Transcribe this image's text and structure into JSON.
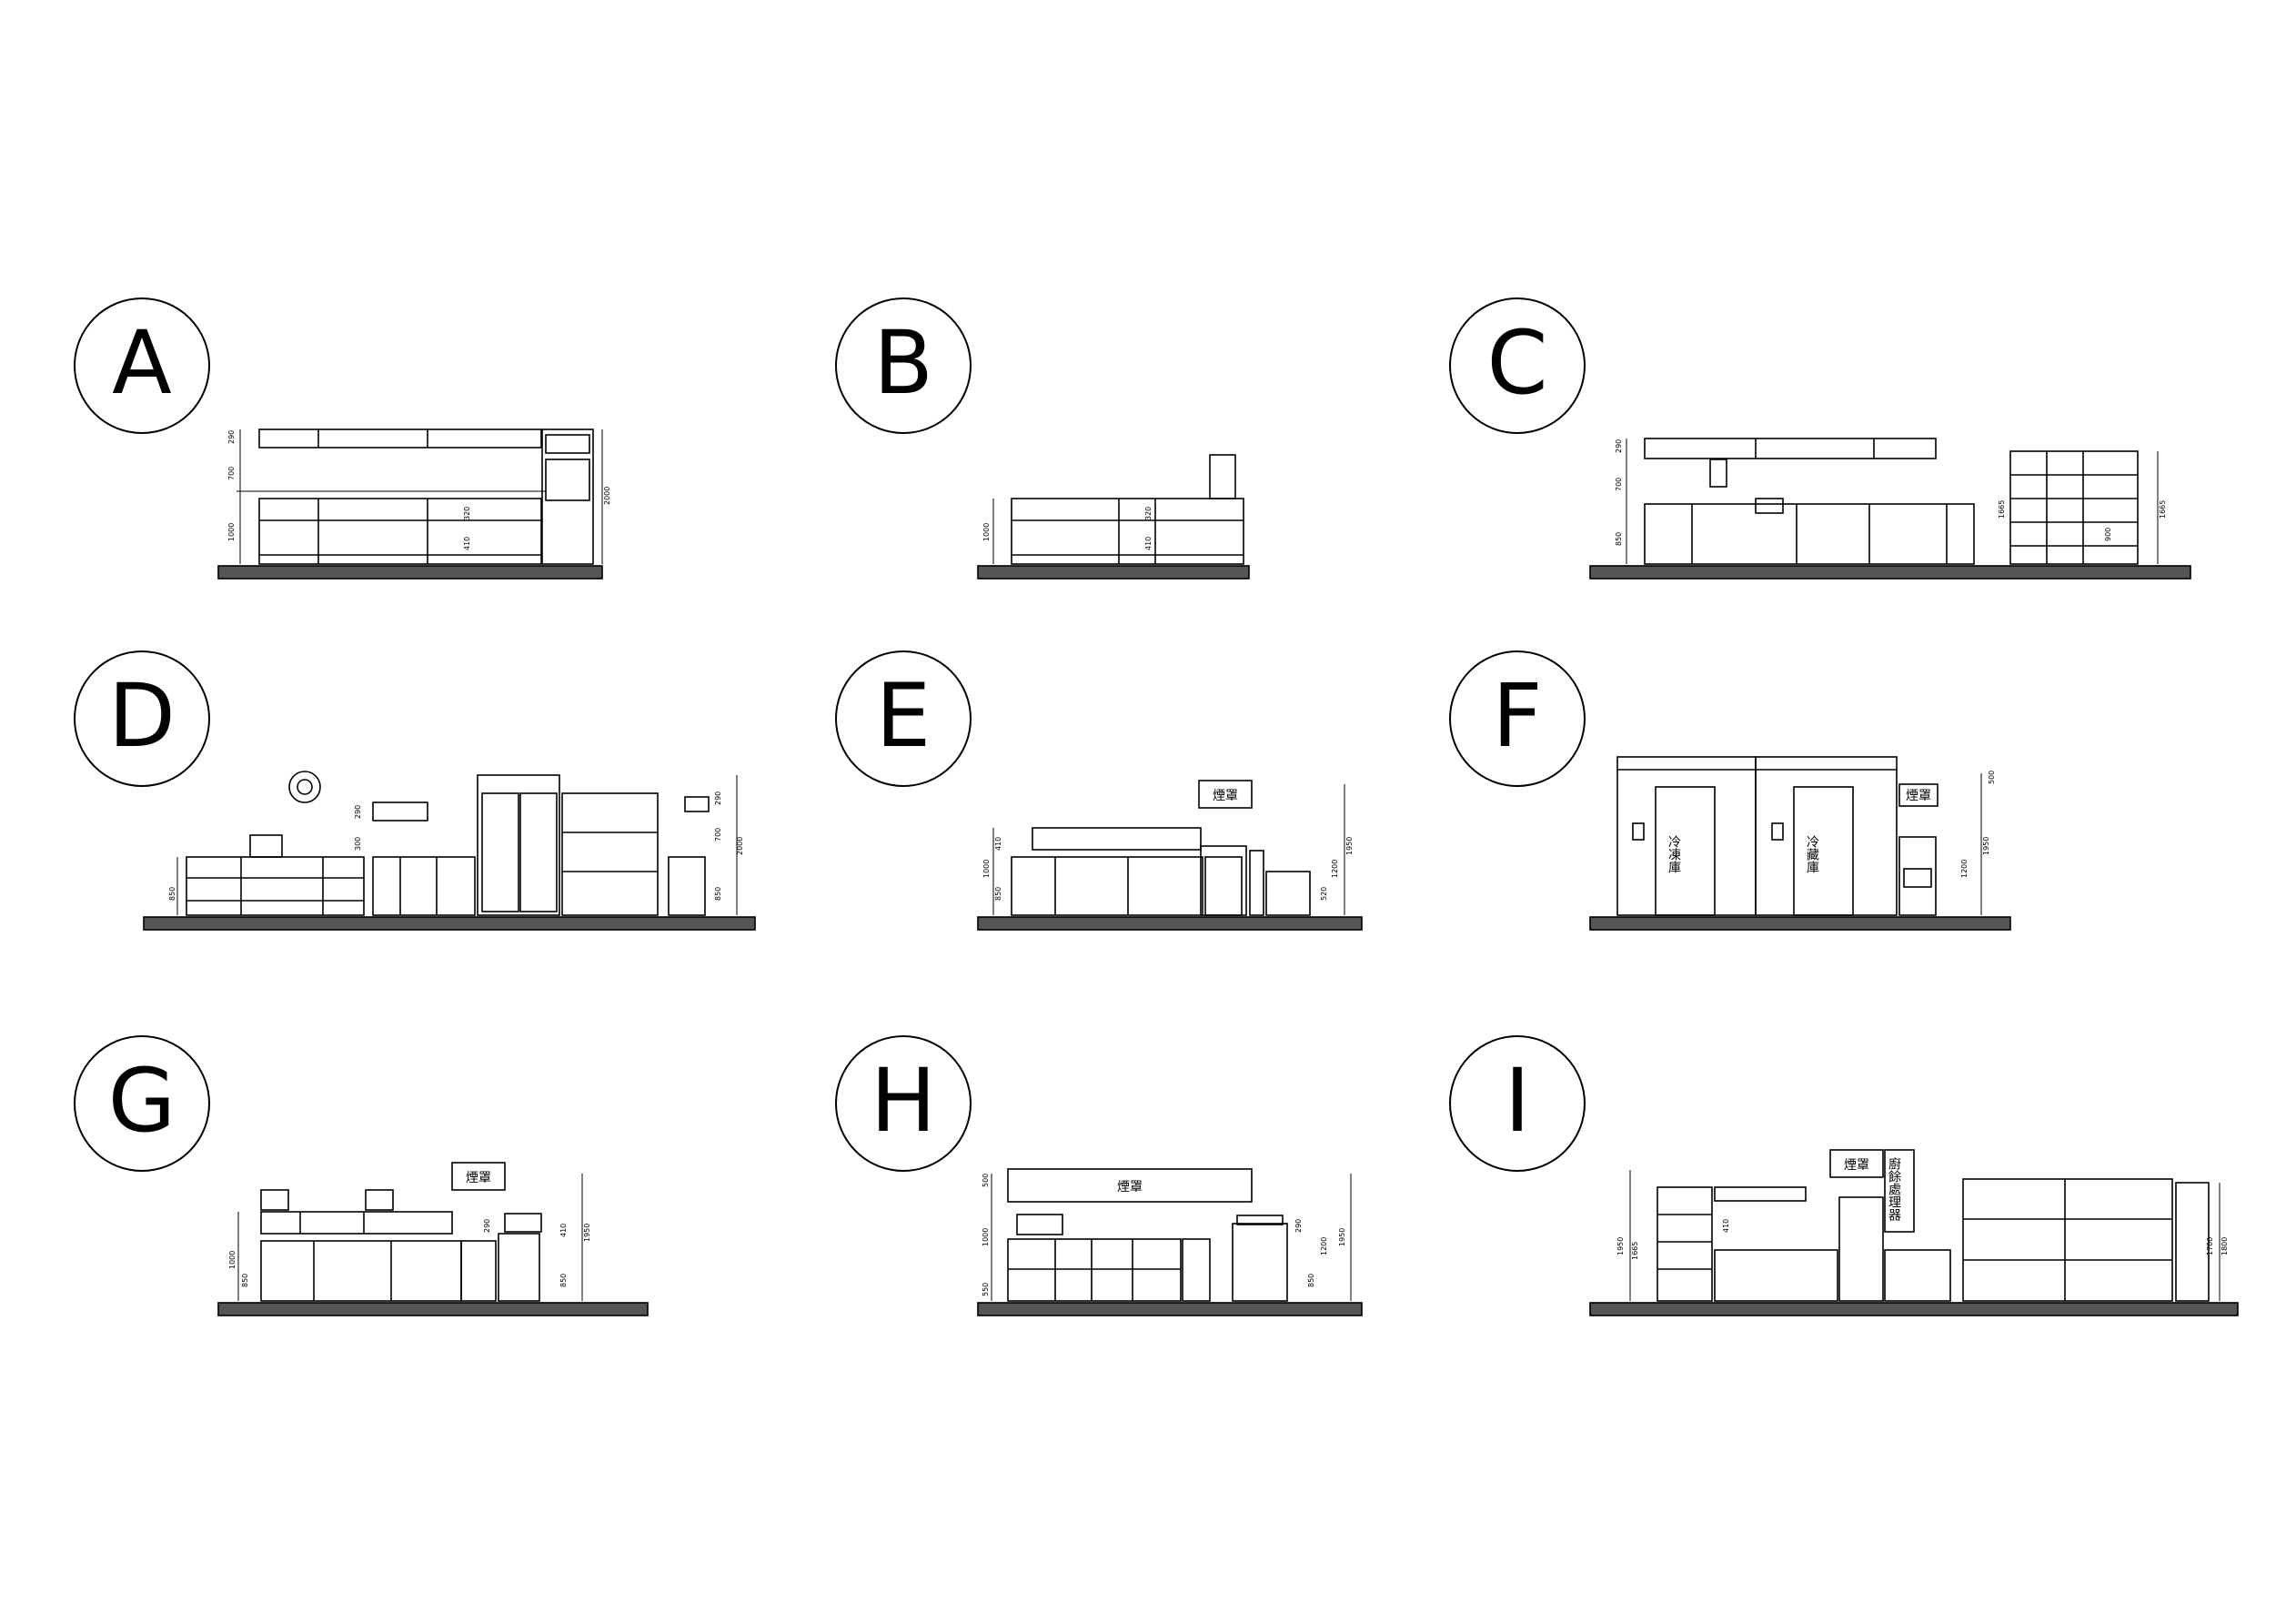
{
  "panels": [
    {
      "id": "A",
      "letter": "A",
      "labels": [],
      "dims": [
        "290",
        "700",
        "1000",
        "320",
        "410",
        "2000"
      ]
    },
    {
      "id": "B",
      "letter": "B",
      "labels": [],
      "dims": [
        "1000",
        "320",
        "410"
      ]
    },
    {
      "id": "C",
      "letter": "C",
      "labels": [],
      "dims": [
        "290",
        "700",
        "850",
        "1665",
        "1665",
        "900"
      ]
    },
    {
      "id": "D",
      "letter": "D",
      "labels": [],
      "dims": [
        "850",
        "290",
        "300",
        "290",
        "700",
        "2000",
        "850"
      ]
    },
    {
      "id": "E",
      "letter": "E",
      "labels": [
        "煙罩"
      ],
      "dims": [
        "410",
        "1000",
        "850",
        "1950",
        "1200",
        "520"
      ]
    },
    {
      "id": "F",
      "letter": "F",
      "labels": [
        "冷凍庫",
        "冷藏庫",
        "煙罩"
      ],
      "dims": [
        "500",
        "1950",
        "1200"
      ]
    },
    {
      "id": "G",
      "letter": "G",
      "labels": [
        "煙罩"
      ],
      "dims": [
        "1000",
        "850",
        "290",
        "410",
        "1950",
        "850"
      ]
    },
    {
      "id": "H",
      "letter": "H",
      "labels": [
        "煙罩"
      ],
      "dims": [
        "500",
        "1000",
        "550",
        "290",
        "1200",
        "850",
        "1950"
      ]
    },
    {
      "id": "I",
      "letter": "I",
      "labels": [
        "煙罩",
        "廚餘處理器"
      ],
      "dims": [
        "1950",
        "1665",
        "410",
        "1700",
        "1800"
      ]
    }
  ]
}
